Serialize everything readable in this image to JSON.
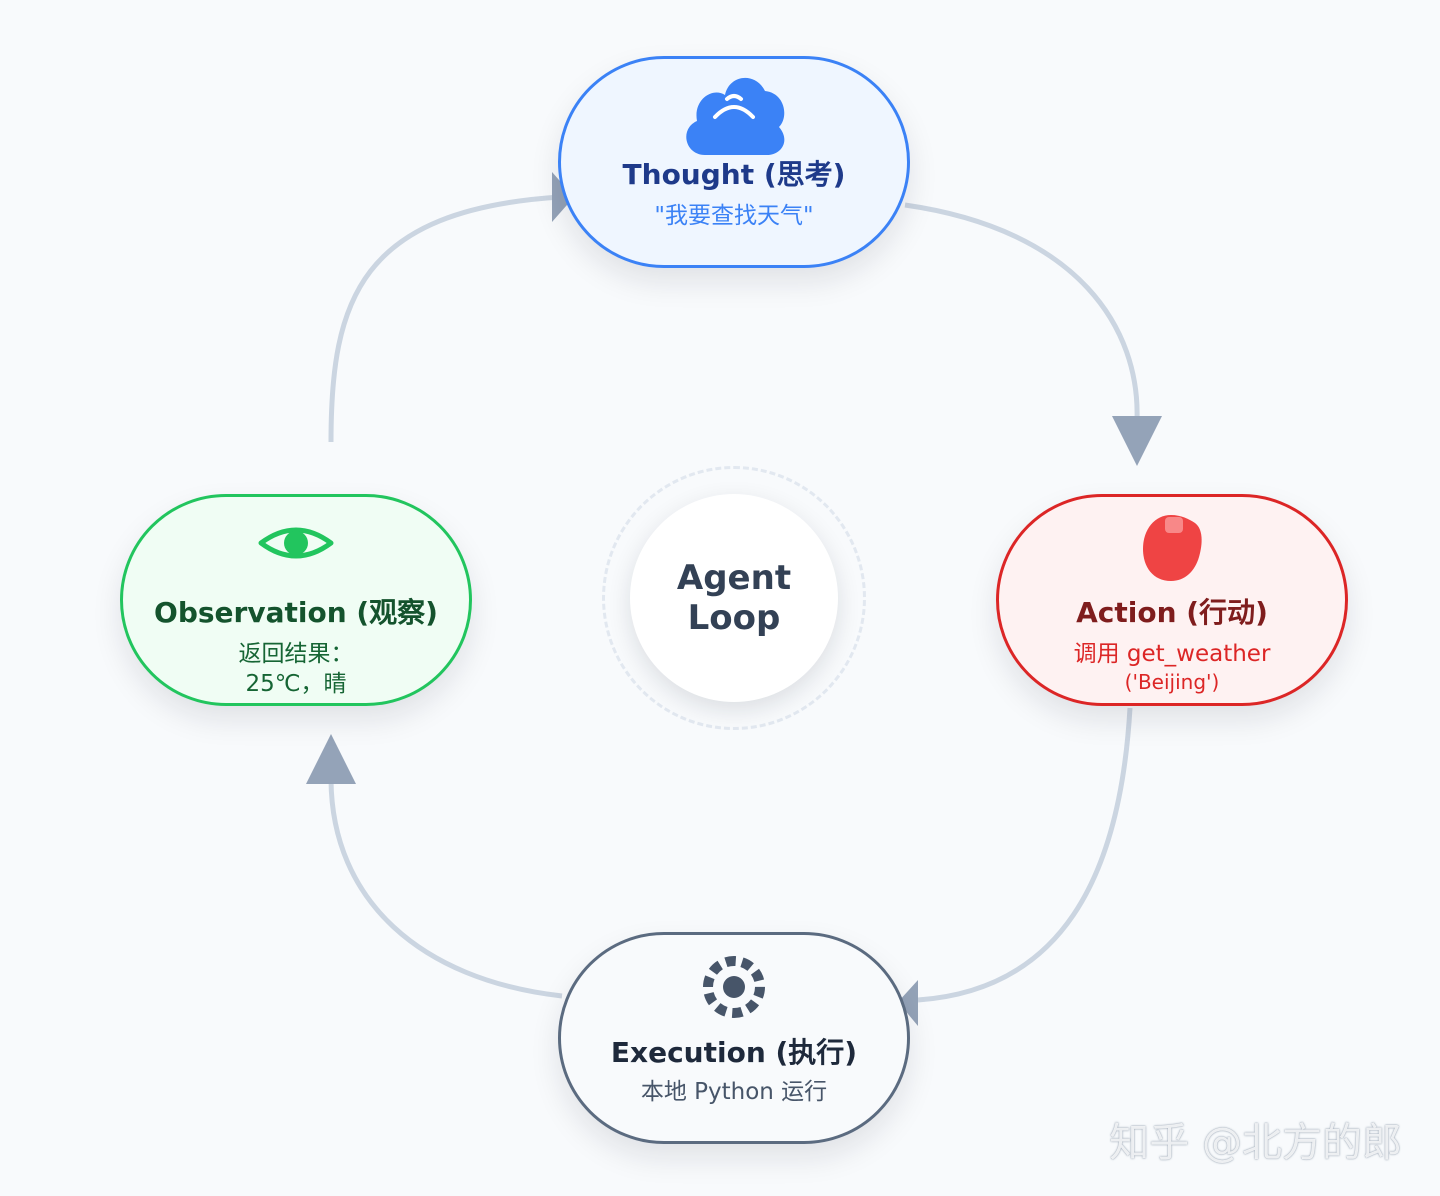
{
  "colors": {
    "background": "#f8fafc",
    "arrow": "#cbd5e1",
    "arrowhead": "#94a3b8",
    "thought_border": "#3b82f6",
    "action_border": "#dc2626",
    "execution_border": "#5b6b80",
    "observation_border": "#22c55e"
  },
  "center": {
    "line1": "Agent",
    "line2": "Loop"
  },
  "nodes": {
    "thought": {
      "title": "Thought (思考)",
      "sub1": "\"我要查找天气\"",
      "icon": "cloud-icon"
    },
    "action": {
      "title": "Action (行动)",
      "sub1": "调用 get_weather",
      "sub2": "('Beijing')",
      "icon": "red-blob-icon"
    },
    "execution": {
      "title": "Execution (执行)",
      "sub1": "本地 Python 运行",
      "icon": "gear-icon"
    },
    "observation": {
      "title": "Observation (观察)",
      "sub1": "返回结果：",
      "sub2": "25℃，晴",
      "icon": "eye-icon"
    }
  },
  "watermark": "知乎 @北方的郎"
}
